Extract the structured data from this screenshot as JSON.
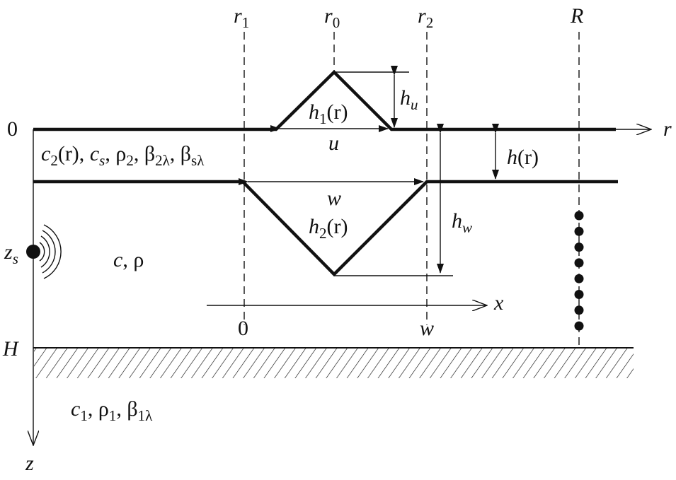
{
  "top_labels": {
    "r1": {
      "main": "r",
      "sub": "1"
    },
    "r0": {
      "main": "r",
      "sub": "0"
    },
    "r2": {
      "main": "r",
      "sub": "2"
    },
    "R": "R"
  },
  "axis_labels": {
    "zero_depth": "0",
    "r": "r",
    "z": "z",
    "H": "H",
    "x": "x",
    "x_zero": "0",
    "x_w": "w"
  },
  "dimension_labels": {
    "h1": {
      "main": "h",
      "sub": "1",
      "arg": "(r)"
    },
    "hu": {
      "main": "h",
      "sub": "u"
    },
    "u": "u",
    "hr": {
      "main": "h",
      "arg": "(r)"
    },
    "w": "w",
    "h2": {
      "main": "h",
      "sub": "2",
      "arg": "(r)"
    },
    "hw": {
      "main": "h",
      "sub": "w"
    }
  },
  "source": {
    "main": "z",
    "sub": "s"
  },
  "media": {
    "layer": {
      "c2": "c",
      "c2_sub": "2",
      "c2_arg": "(r), ",
      "cs": "c",
      "cs_sub": "s",
      "sep1": ", ρ",
      "rho2_sub": "2",
      "sep2": ", β",
      "b2_sub": "2λ",
      "sep3": ", β",
      "bs_sub": "sλ"
    },
    "water": {
      "c": "c",
      "rest": ", ρ"
    },
    "bottom": {
      "c1": "c",
      "c1_sub": "1",
      "sep1": ", ρ",
      "rho1_sub": "1",
      "sep2": ", β",
      "b1_sub": "1λ"
    }
  },
  "receiver_count": 8
}
